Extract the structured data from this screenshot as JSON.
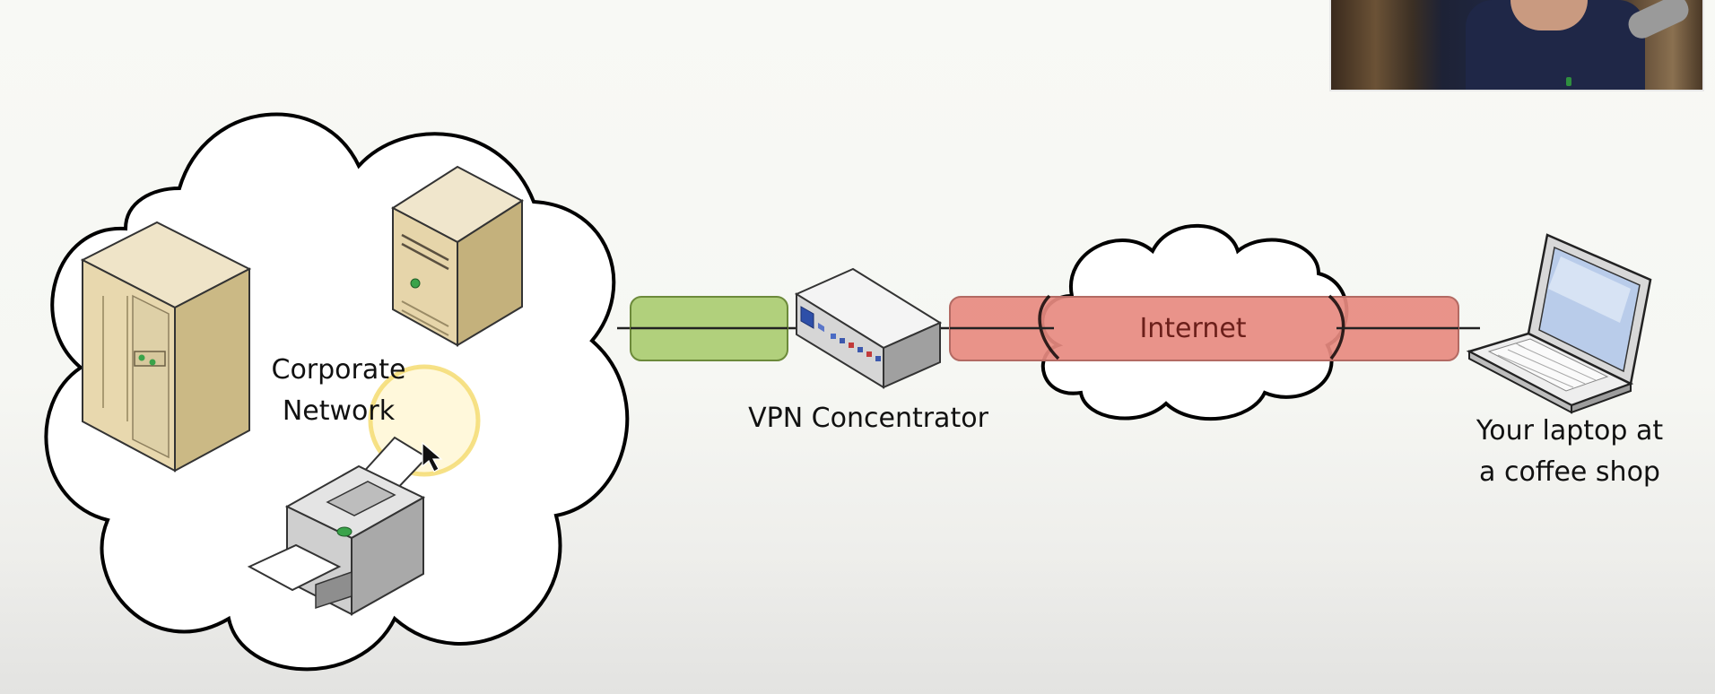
{
  "labels": {
    "corporate_line1": "Corporate",
    "corporate_line2": "Network",
    "vpn_concentrator": "VPN Concentrator",
    "internet": "Internet",
    "laptop_line1": "Your laptop at",
    "laptop_line2": "a coffee shop"
  },
  "colors": {
    "tunnel_secure": "#b1d07c",
    "tunnel_internet": "#e78a80",
    "highlight": "#f5dc72"
  },
  "icons": [
    "cloud-icon",
    "server-tower-icon",
    "server-icon",
    "printer-icon",
    "vpn-concentrator-icon",
    "laptop-icon",
    "mouse-pointer-icon"
  ]
}
